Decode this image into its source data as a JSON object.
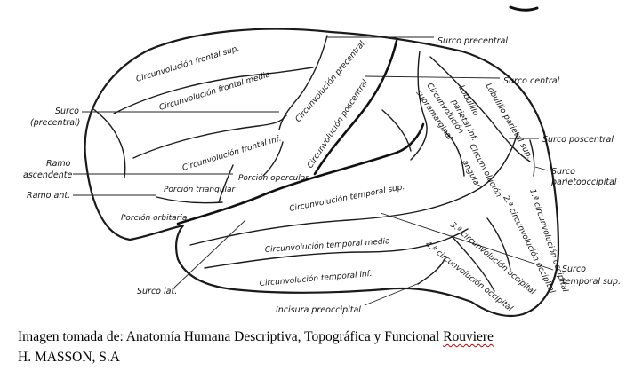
{
  "figure": {
    "inner_labels": {
      "frontal_sup": "Circunvolución frontal sup.",
      "frontal_media": "Circunvolución frontal media",
      "precentral": "Circunvolución precentral",
      "poscentral": "Circunvolución poscentral",
      "frontal_inf": "Circunvolución frontal inf.",
      "supramarginal_1": "Circunvolución",
      "supramarginal_2": "supramarginal",
      "lobulillo_1": "Lobulillo",
      "lobulillo_2": "parietal inf.",
      "lobulillo_par_sup": "Lobulillo parietal sup.",
      "angular_1": "Circunvolución",
      "angular_2": "angular",
      "porcion_opercular": "Porción opercular",
      "porcion_triangular": "Porción triangular",
      "porcion_orbitaria": "Porción orbitaria",
      "temporal_sup": "Circunvolución temporal sup.",
      "temporal_media": "Circunvolución temporal media",
      "temporal_inf": "Circunvolución temporal inf.",
      "occipital_1": "1.ª circunvolución occipital",
      "occipital_2": "2.ª circunvolución occipital",
      "occipital_3": "3.ª circunvolución occipital",
      "occipital_4": "4.ª circunvolución occipital"
    },
    "outer_labels": {
      "surco_precentral_top": "Surco precentral",
      "surco_central": "Surco central",
      "surco_poscentral": "Surco poscentral",
      "surco_parietooccipital_1": "Surco",
      "surco_parietooccipital_2": "parietooccipital",
      "surco_temporal_sup_1": "Surco",
      "surco_temporal_sup_2": "temporal sup.",
      "surco_precentral_left_1": "Surco",
      "surco_precentral_left_2": "(precentral)",
      "ramo_ascendente_1": "Ramo",
      "ramo_ascendente_2": "ascendente",
      "ramo_ant": "Ramo ant.",
      "surco_lat": "Surco lat.",
      "incisura_preoccipital": "Incisura preoccipital"
    }
  },
  "caption": {
    "line1_main": "Imagen tomada de: Anatomía Humana Descriptiva, Topográfica y Funcional ",
    "line1_author": "Rouviere",
    "line2": "H. MASSON, S.A"
  }
}
